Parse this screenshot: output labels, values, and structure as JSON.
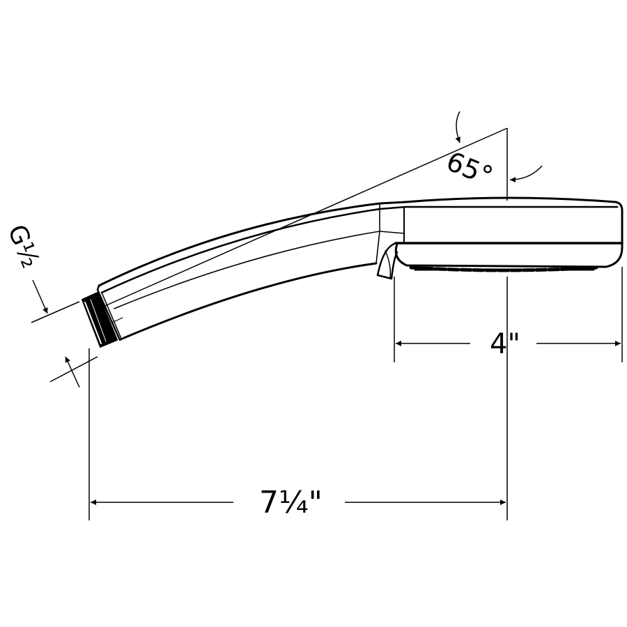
{
  "drawing": {
    "subject": "Handheld shower head",
    "background_color": "#ffffff",
    "line_color": "#000000"
  },
  "dimensions": {
    "thread": {
      "label": "G½",
      "main": "G",
      "fraction": "1/2"
    },
    "angle": {
      "label": "65°",
      "value": 65,
      "unit": "°"
    },
    "head_width": {
      "label": "4\"",
      "value": "4",
      "unit": "\""
    },
    "overall_length": {
      "label": "7¼\"",
      "value": "7¼",
      "unit": "\""
    }
  }
}
